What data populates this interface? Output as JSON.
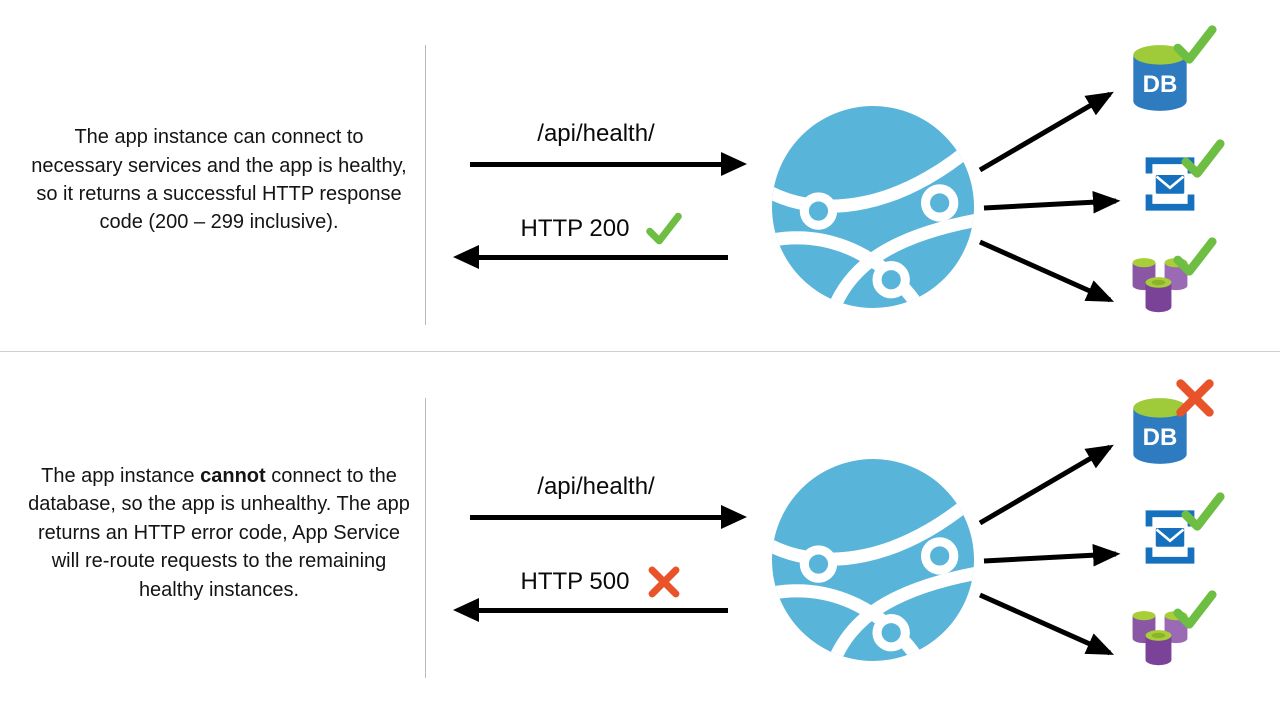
{
  "rows": [
    {
      "name": "healthy-instance",
      "description": {
        "before": "The app instance can connect to necessary services and the app is healthy, so it returns a successful HTTP response code (200 – 299 inclusive).",
        "bold": "",
        "after": ""
      },
      "request_label": "/api/health/",
      "response_label": "HTTP 200",
      "response_status": "success",
      "services": [
        {
          "name": "database",
          "label": "DB",
          "status": "success"
        },
        {
          "name": "messaging",
          "status": "success"
        },
        {
          "name": "storage",
          "status": "success"
        }
      ]
    },
    {
      "name": "unhealthy-instance",
      "description": {
        "before": "The app instance ",
        "bold": "cannot",
        "after": " connect to the database, so the app is unhealthy. The app returns an HTTP error code, App Service will re-route requests to the remaining healthy instances."
      },
      "request_label": "/api/health/",
      "response_label": "HTTP 500",
      "response_status": "error",
      "services": [
        {
          "name": "database",
          "label": "DB",
          "status": "error"
        },
        {
          "name": "messaging",
          "status": "success"
        },
        {
          "name": "storage",
          "status": "success"
        }
      ]
    }
  ],
  "colors": {
    "app_service_blue": "#59B4D9",
    "database_blue": "#2E7BC0",
    "cylinder_top_green": "#9FCB3B",
    "messaging_blue": "#1570BE",
    "storage_purple": "#8A57A5",
    "success_green": "#6FBE44",
    "error_orange": "#E8532A",
    "arrow_black": "#000000",
    "divider_gray": "#BFBFBF"
  }
}
